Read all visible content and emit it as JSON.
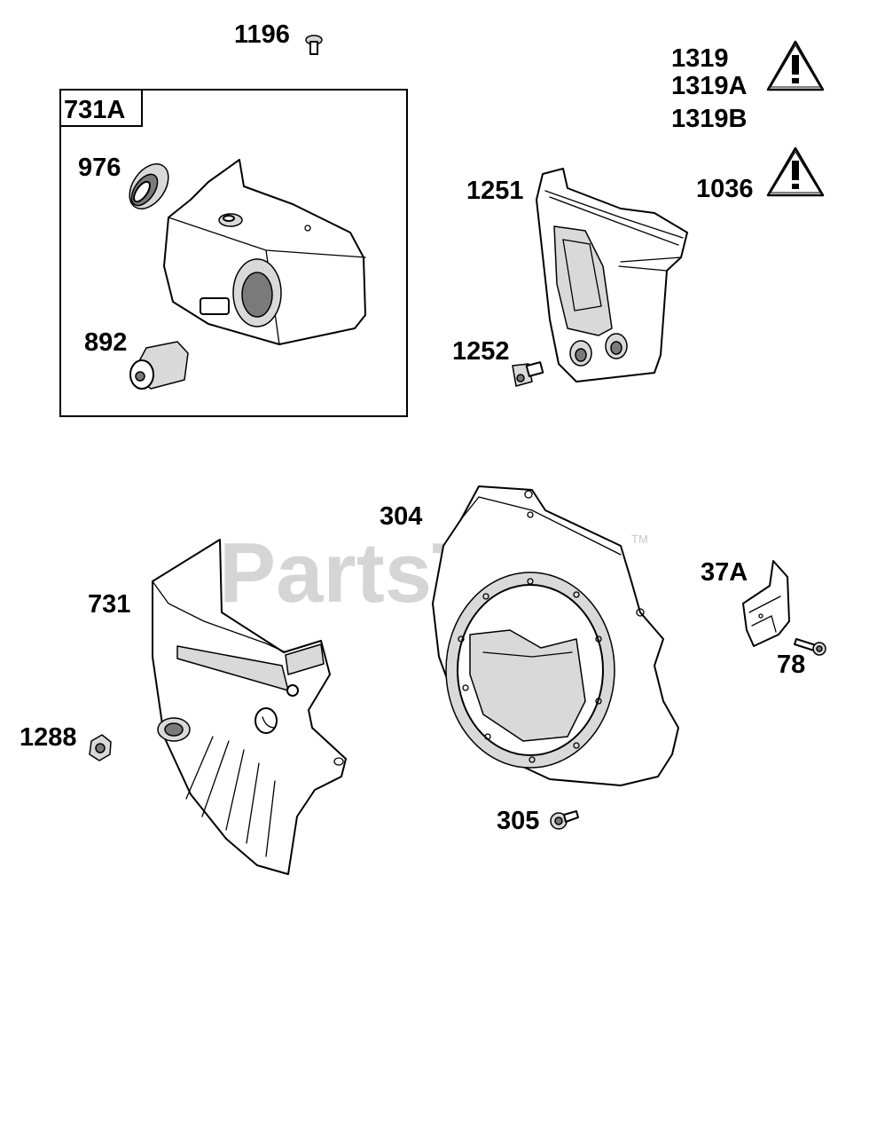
{
  "watermark": {
    "text": "PartsTree",
    "trademark": "TM"
  },
  "callouts": {
    "p1196": "1196",
    "p731A": "731A",
    "p976": "976",
    "p892": "892",
    "p1319": "1319",
    "p1319A": "1319A",
    "p1319B": "1319B",
    "p1036": "1036",
    "p1251": "1251",
    "p1252": "1252",
    "p304": "304",
    "p731": "731",
    "p37A": "37A",
    "p78": "78",
    "p1288": "1288",
    "p305": "305"
  },
  "icons": {
    "warning": "warning-triangle-icon"
  }
}
